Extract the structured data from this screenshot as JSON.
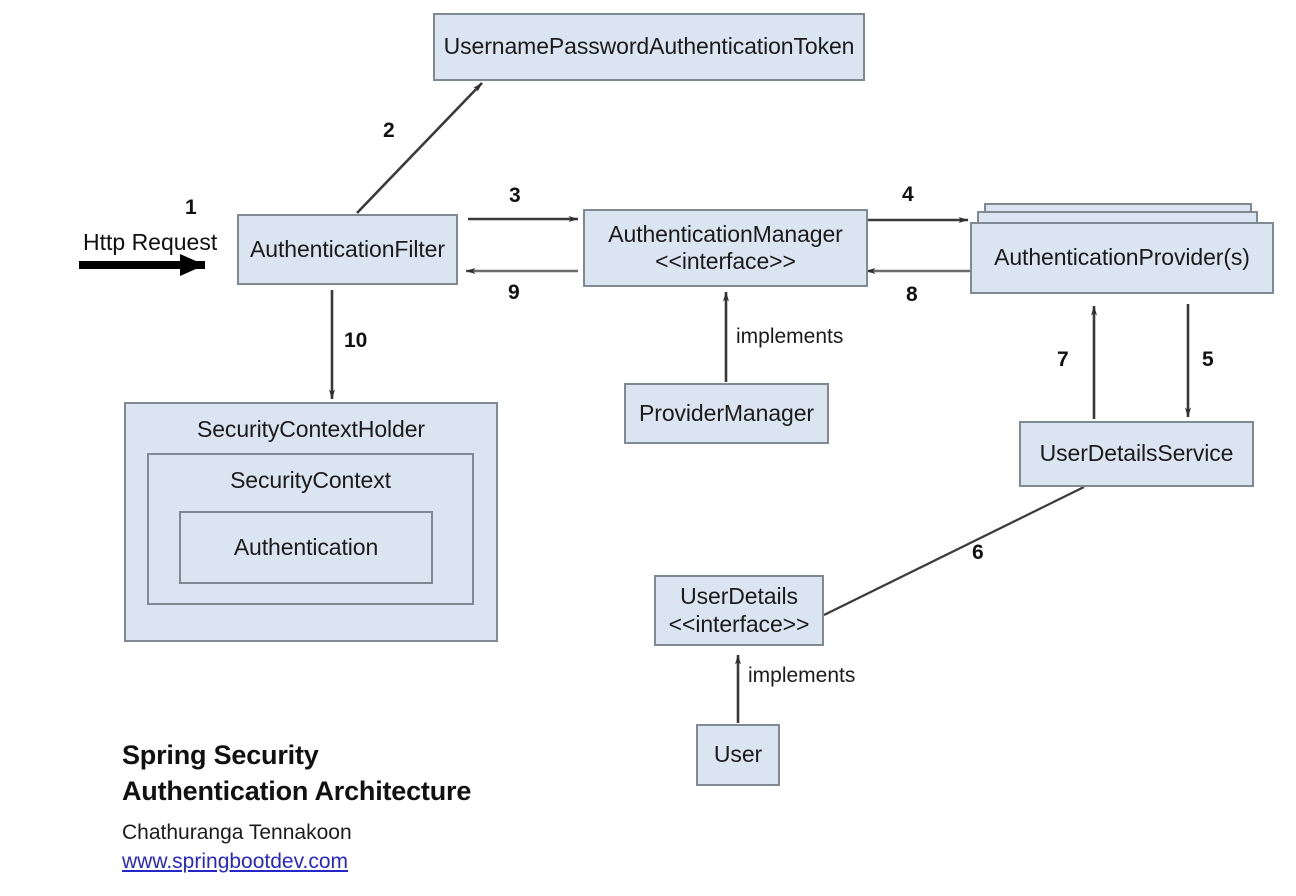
{
  "diagram": {
    "title": "Spring Security Authentication Architecture",
    "colors": {
      "node_fill": "#dbe5f1",
      "node_border": "#808a93",
      "arrow": "#3a3a3a",
      "request_arrow": "#000000",
      "link": "#2727c8",
      "text": "#1b1b1b",
      "background": "#ffffff"
    },
    "nodes": [
      {
        "id": "token",
        "label": "UsernamePasswordAuthenticationToken",
        "stacked": false
      },
      {
        "id": "auth-filter",
        "label": "AuthenticationFilter",
        "stacked": false
      },
      {
        "id": "auth-manager",
        "label": "AuthenticationManager\n<<interface>>",
        "stacked": false
      },
      {
        "id": "auth-provider",
        "label": "AuthenticationProvider(s)",
        "stacked": true
      },
      {
        "id": "provider-manager",
        "label": "ProviderManager",
        "stacked": false
      },
      {
        "id": "security-context-holder",
        "label": "SecurityContextHolder",
        "stacked": false
      },
      {
        "id": "security-context",
        "label": "SecurityContext",
        "stacked": false
      },
      {
        "id": "authentication",
        "label": "Authentication",
        "stacked": false
      },
      {
        "id": "user-details-service",
        "label": "UserDetailsService",
        "stacked": false
      },
      {
        "id": "user-details",
        "label": "UserDetails\n<<interface>>",
        "stacked": false
      },
      {
        "id": "user",
        "label": "User",
        "stacked": false
      }
    ],
    "request_label": "Http Request",
    "step_numbers": {
      "s1": "1",
      "s2": "2",
      "s3": "3",
      "s4": "4",
      "s5": "5",
      "s6": "6",
      "s7": "7",
      "s8": "8",
      "s9": "9",
      "s10": "10"
    },
    "edge_labels": {
      "implements_manager": "implements",
      "implements_user": "implements"
    }
  },
  "caption": {
    "title": "Spring Security\nAuthentication Architecture",
    "author": "Chathuranga Tennakoon",
    "website": "www.springbootdev.com"
  }
}
